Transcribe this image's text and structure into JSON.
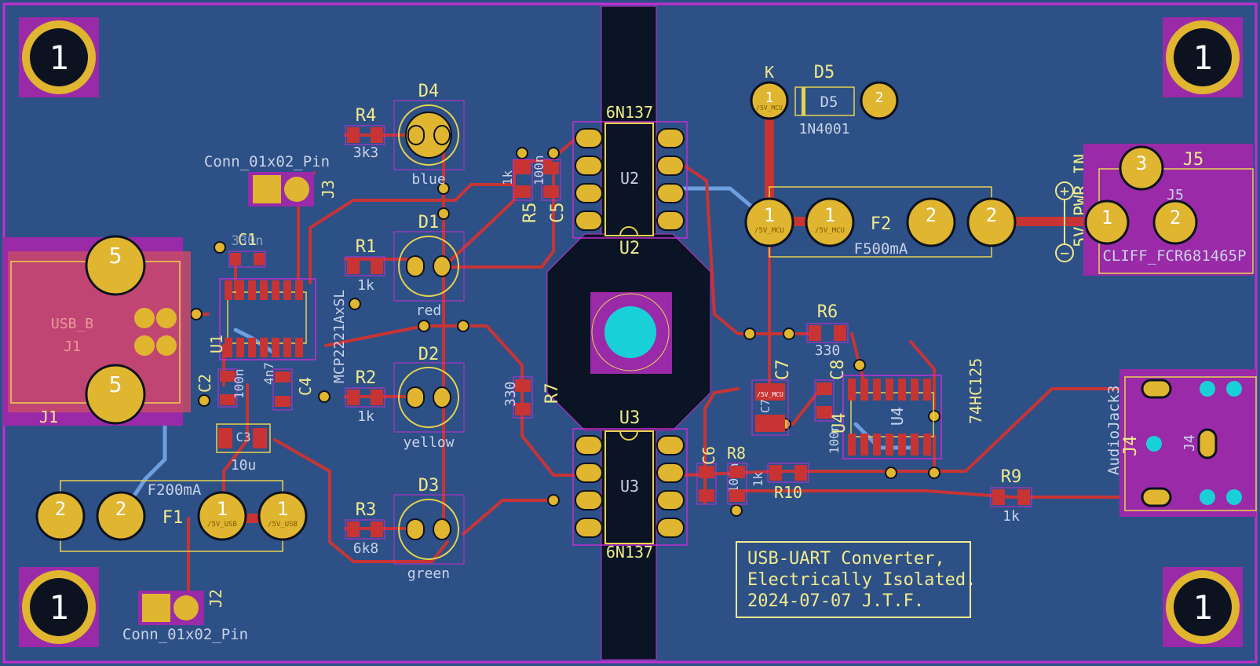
{
  "board": {
    "title_block": {
      "lines": [
        "USB-UART Converter,",
        "Electrically Isolated.",
        "2024-07-07 J.T.F."
      ]
    },
    "mounting_holes": {
      "label": "1"
    }
  },
  "components": {
    "J1": {
      "ref": "J1",
      "value": "USB_B",
      "pad_label": "5"
    },
    "J2": {
      "ref": "J2",
      "value": "Conn_01x02_Pin"
    },
    "J3": {
      "ref": "J3",
      "value": "Conn_01x02_Pin"
    },
    "J4": {
      "ref": "J4",
      "value": "AudioJack3"
    },
    "J5": {
      "ref": "J5",
      "value": "CLIFF_FCR681465P",
      "pad3": "3",
      "pad1": "1",
      "pad2": "2"
    },
    "U1": {
      "ref": "U1",
      "value": "MCP2221AxSL"
    },
    "U2": {
      "ref": "U2",
      "value": "6N137"
    },
    "U3": {
      "ref": "U3",
      "value": "6N137"
    },
    "U4": {
      "ref": "U4",
      "value": "74HC125"
    },
    "D1": {
      "ref": "D1",
      "value": "red"
    },
    "D2": {
      "ref": "D2",
      "value": "yellow"
    },
    "D3": {
      "ref": "D3",
      "value": "green"
    },
    "D4": {
      "ref": "D4",
      "value": "blue"
    },
    "D5": {
      "ref": "D5",
      "value": "1N4001",
      "anode_mark": "K"
    },
    "F1": {
      "ref": "F1",
      "value": "F200mA",
      "pads": [
        "2",
        "2",
        "1",
        "1"
      ]
    },
    "F2": {
      "ref": "F2",
      "value": "F500mA",
      "pads": [
        "1",
        "1",
        "2",
        "2"
      ]
    },
    "R1": {
      "ref": "R1",
      "value": "1k"
    },
    "R2": {
      "ref": "R2",
      "value": "1k"
    },
    "R3": {
      "ref": "R3",
      "value": "6k8"
    },
    "R4": {
      "ref": "R4",
      "value": "3k3"
    },
    "R5": {
      "ref": "R5",
      "value": "1k"
    },
    "R6": {
      "ref": "R6",
      "value": "330"
    },
    "R7": {
      "ref": "R7",
      "value": "330"
    },
    "R8": {
      "ref": "R8",
      "value": "1k"
    },
    "R9": {
      "ref": "R9",
      "value": "1k"
    },
    "R10": {
      "ref": "R10",
      "value": ""
    },
    "C1": {
      "ref": "C1",
      "value": "330n"
    },
    "C2": {
      "ref": "C2",
      "value": "100n"
    },
    "C3": {
      "ref": "C3",
      "value": "10u"
    },
    "C4": {
      "ref": "C4",
      "value": "4n7"
    },
    "C5": {
      "ref": "C5",
      "value": "100n"
    },
    "C6": {
      "ref": "C6",
      "value": "100n"
    },
    "C7": {
      "ref": "C7",
      "value": ""
    },
    "C8": {
      "ref": "C8",
      "value": "100n"
    }
  },
  "net_labels": {
    "power_in": "5V PWR IN",
    "plus": "+",
    "minus": "−",
    "vcc_usb": "/5V_USB",
    "vcc_mcu": "/5V_MCU"
  },
  "colors": {
    "board_bg": "#2d5087",
    "copper_front": "#c83434",
    "copper_back": "#4d7fc4",
    "pad": "#e0b530",
    "courtyard": "#c22fd0",
    "silkscreen": "#f1ea8c",
    "isolation_cutout": "#0a1424"
  }
}
